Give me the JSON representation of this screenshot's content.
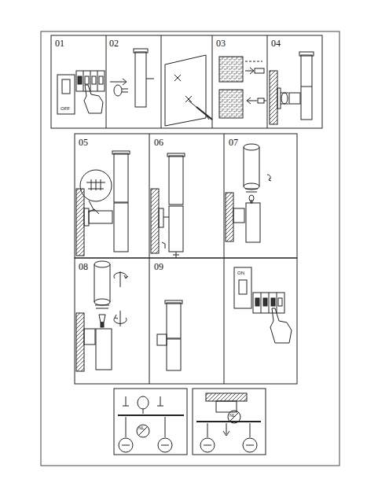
{
  "diagram": {
    "labels": [
      "01",
      "02",
      "03",
      "04",
      "OFF",
      "05",
      "06",
      "07",
      "08",
      "09",
      "ON",
      "NL",
      "NL"
    ]
  }
}
